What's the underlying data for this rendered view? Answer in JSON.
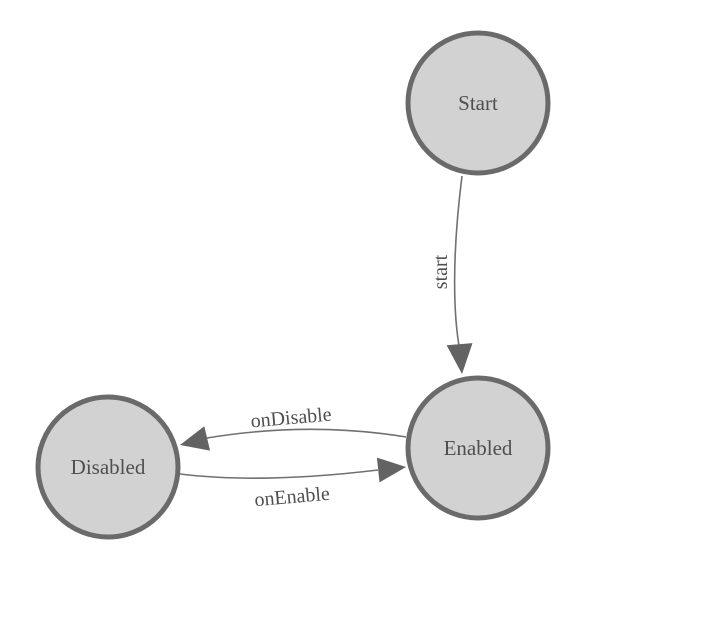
{
  "diagram": {
    "type": "state-machine",
    "colors": {
      "canvas_bg": "#ffffff",
      "node_fill": "#d2d2d2",
      "node_stroke": "#6a6a6a",
      "edge_stroke": "#707070",
      "arrow_fill": "#636363",
      "text_color": "#4f4f4f"
    },
    "nodes": [
      {
        "id": "start",
        "label": "Start"
      },
      {
        "id": "enabled",
        "label": "Enabled"
      },
      {
        "id": "disabled",
        "label": "Disabled"
      }
    ],
    "edges": [
      {
        "from": "start",
        "to": "enabled",
        "label": "start"
      },
      {
        "from": "enabled",
        "to": "disabled",
        "label": "onDisable"
      },
      {
        "from": "disabled",
        "to": "enabled",
        "label": "onEnable"
      }
    ]
  }
}
